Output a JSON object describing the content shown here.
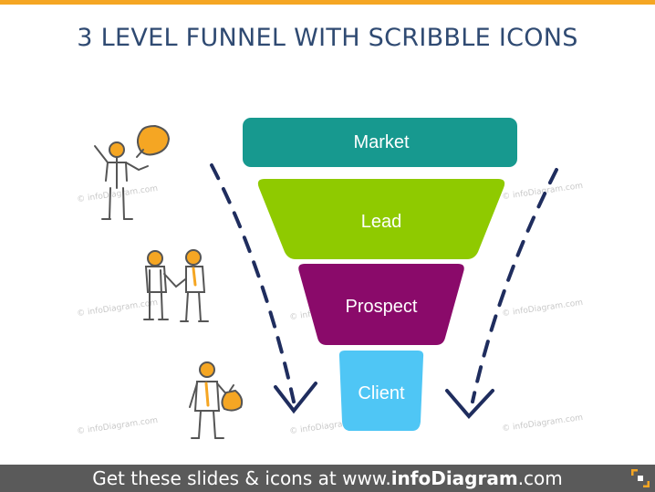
{
  "title": "3 LEVEL FUNNEL WITH SCRIBBLE ICONS",
  "funnel": {
    "levels": [
      {
        "label": "Market",
        "color": "#17998f"
      },
      {
        "label": "Lead",
        "color": "#8fca00"
      },
      {
        "label": "Prospect",
        "color": "#8a0a6a"
      },
      {
        "label": "Client",
        "color": "#4fc6f5"
      }
    ],
    "text_color": "#ffffff"
  },
  "arrow_color": "#1f2d5e",
  "accent_color": "#f5a623",
  "watermark": "© infoDiagram.com",
  "footer": {
    "prefix": "Get these slides & icons at www.",
    "brand": "infoDiagram",
    "suffix": ".com"
  },
  "icons": [
    "speaking-person-icon",
    "handshake-icon",
    "person-with-money-bag-icon"
  ]
}
